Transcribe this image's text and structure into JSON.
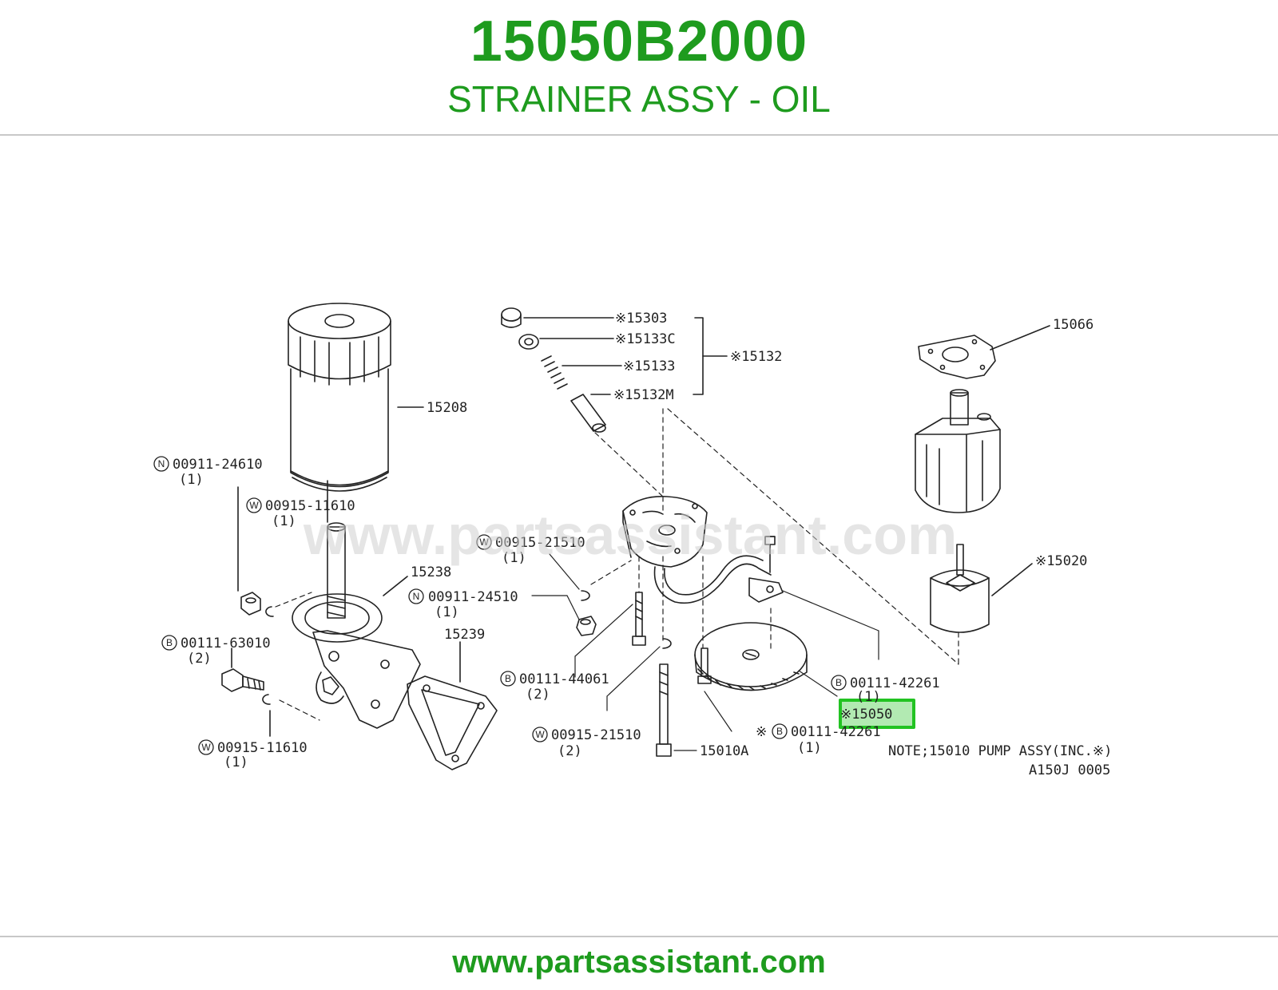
{
  "header": {
    "part_number": "15050B2000",
    "part_name": "STRAINER ASSY - OIL"
  },
  "footer": {
    "url": "www.partsassistant.com"
  },
  "diagram": {
    "watermark": "www.partsassistant.com",
    "highlight_color": "#22c322",
    "labels": {
      "l15303": "※15303",
      "l15133c": "※15133C",
      "l15133": "※15133",
      "l15132m": "※15132M",
      "l15132": "※15132",
      "l15066": "15066",
      "l15208": "15208",
      "l15020": "※15020",
      "n00911_24610": "00911-24610",
      "n00911_24610_q": "(1)",
      "w00915_11610a": "00915-11610",
      "w00915_11610a_q": "(1)",
      "w00915_21510a": "00915-21510",
      "w00915_21510a_q": "(1)",
      "l15238": "15238",
      "n00911_24510": "00911-24510",
      "n00911_24510_q": "(1)",
      "b00111_63010": "00111-63010",
      "b00111_63010_q": "(2)",
      "l15239": "15239",
      "b00111_44061": "00111-44061",
      "b00111_44061_q": "(2)",
      "b00111_42261a": "00111-42261",
      "b00111_42261a_q": "(1)",
      "l15050": "※15050",
      "w00915_11610b": "00915-11610",
      "w00915_11610b_q": "(1)",
      "w00915_21510b": "00915-21510",
      "w00915_21510b_q": "(2)",
      "l15010a": "15010A",
      "b00111_42261b": "00111-42261",
      "b00111_42261b_q": "(1)",
      "b_prefix": "※",
      "note": "NOTE;15010 PUMP ASSY(INC.※)",
      "drawing_id": "A150J 0005"
    }
  }
}
